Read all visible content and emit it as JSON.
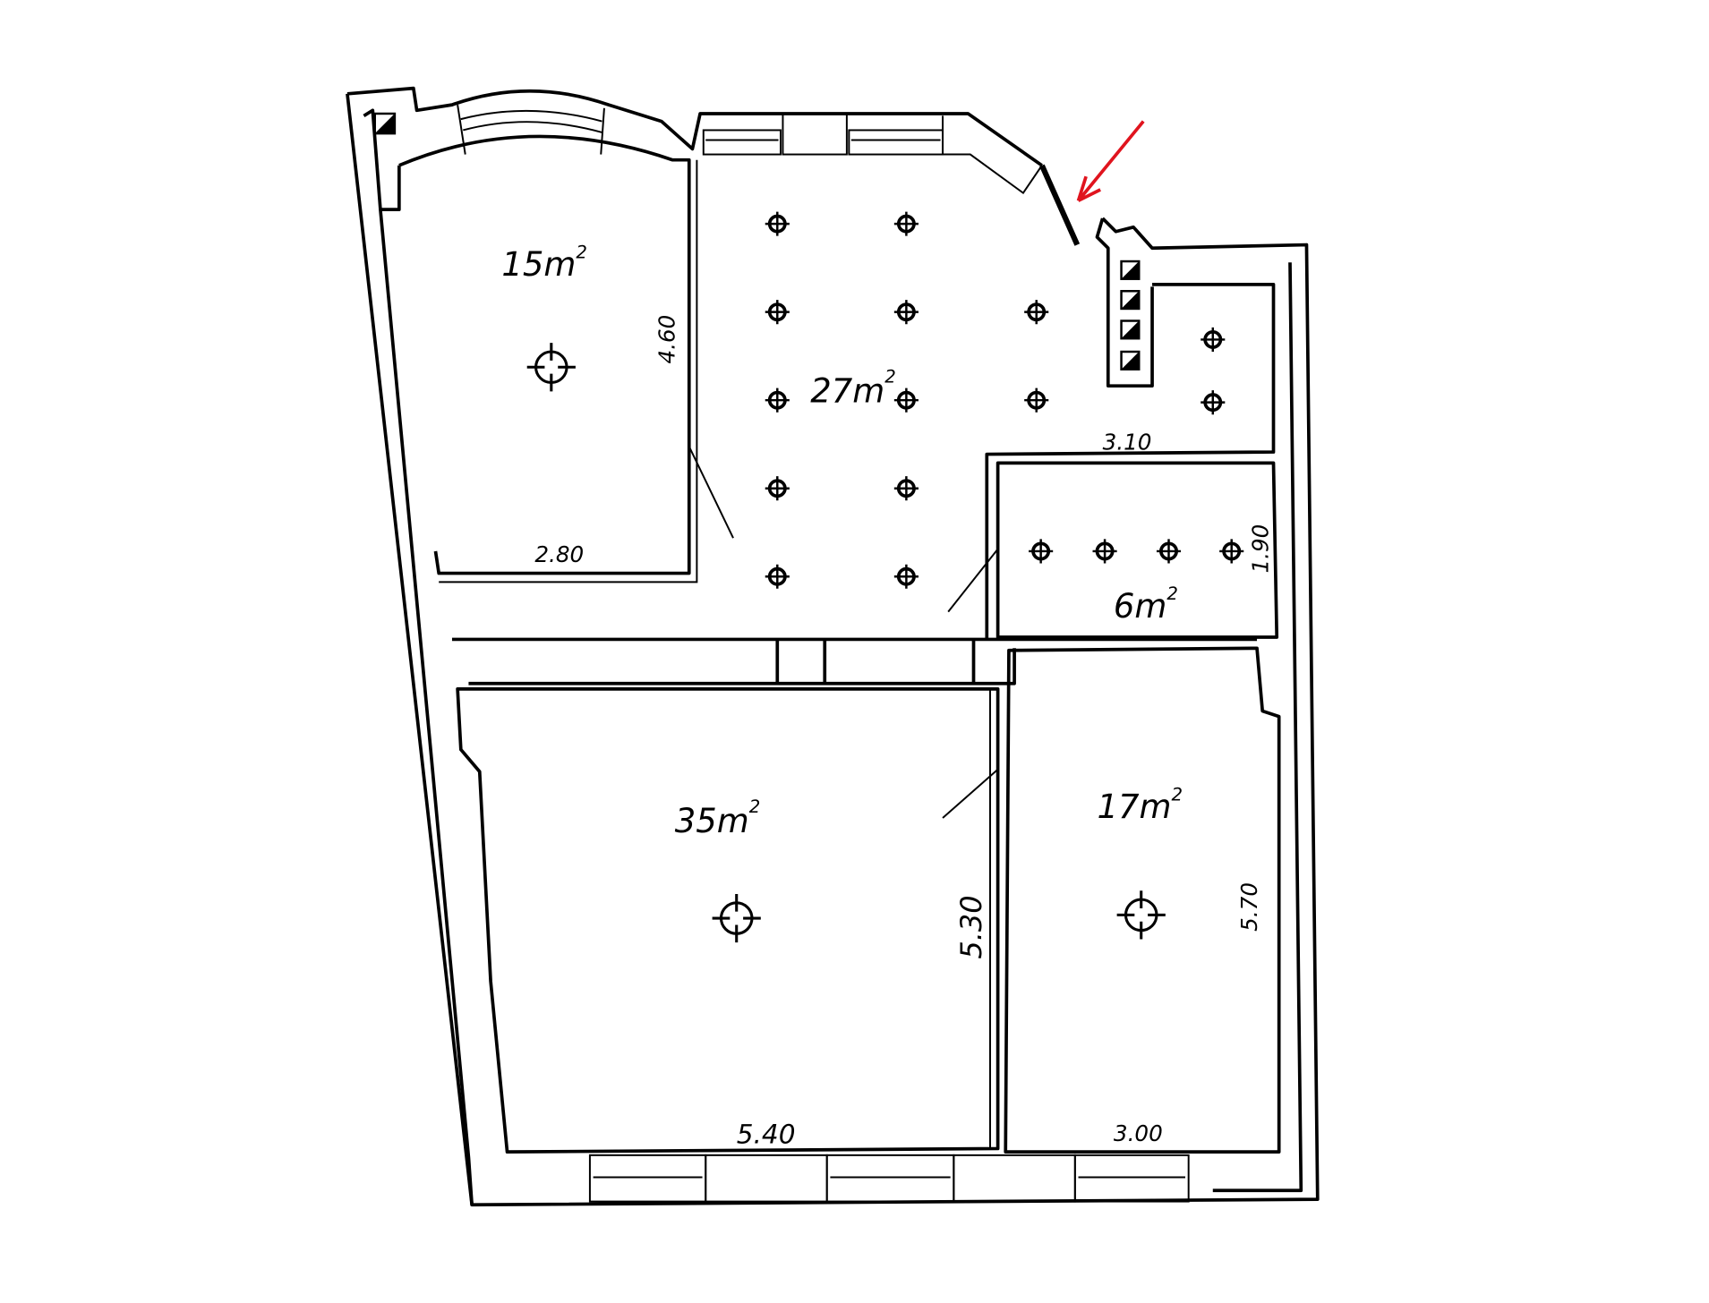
{
  "rooms": [
    {
      "area": "15m",
      "sup": "2",
      "width_dim": "2.80",
      "length_dim": "4.60"
    },
    {
      "area": "27m",
      "sup": "2"
    },
    {
      "area": "6m",
      "sup": "2",
      "width_dim": "3.10",
      "length_dim": "1.90"
    },
    {
      "area": "35m",
      "sup": "2",
      "width_dim": "5.40",
      "length_dim": "5.30"
    },
    {
      "area": "17m",
      "sup": "2",
      "width_dim": "3.00",
      "length_dim": "5.70"
    }
  ],
  "colors": {
    "line": "#000000",
    "arrow": "#e0141e",
    "background": "#ffffff"
  },
  "icons": [
    "ceiling-light-icon",
    "spotlight-icon",
    "ventilation-shaft-icon",
    "arrow-icon"
  ]
}
